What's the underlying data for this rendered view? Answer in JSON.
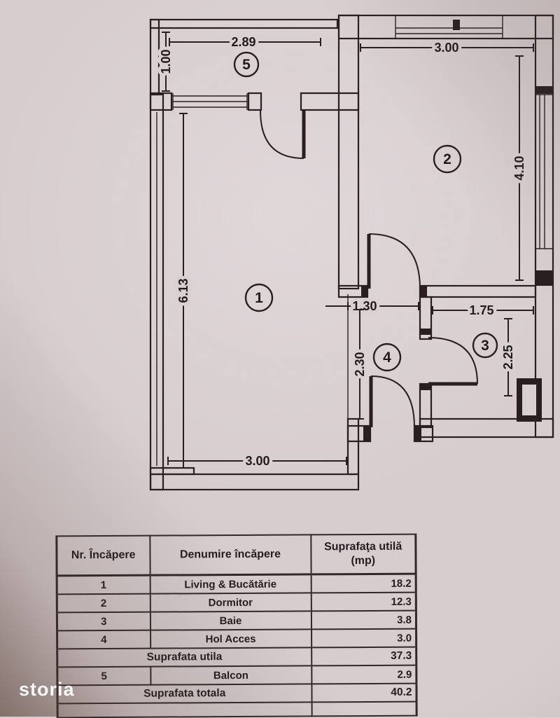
{
  "watermark": "storia",
  "plan": {
    "rooms": {
      "living": {
        "number": "1"
      },
      "dormitor": {
        "number": "2"
      },
      "baie": {
        "number": "3"
      },
      "hol": {
        "number": "4"
      },
      "balcon": {
        "number": "5"
      }
    },
    "dims": {
      "balcon_width": "2.89",
      "balcon_depth": "1.00",
      "dormitor_width": "3.00",
      "dormitor_height": "4.10",
      "living_height": "6.13",
      "living_width": "3.00",
      "hol_width": "1.30",
      "hol_height": "2.30",
      "baie_width": "1.75",
      "baie_height": "2.25"
    }
  },
  "table": {
    "headers": {
      "col1": "Nr. Încăpere",
      "col2": "Denumire încăpere",
      "col3_line1": "Suprafaţa utilă",
      "col3_line2": "(mp)"
    },
    "rows": [
      {
        "nr": "1",
        "name": "Living & Bucătărie",
        "area": "18.2"
      },
      {
        "nr": "2",
        "name": "Dormitor",
        "area": "12.3"
      },
      {
        "nr": "3",
        "name": "Baie",
        "area": "3.8"
      },
      {
        "nr": "4",
        "name": "Hol Acces",
        "area": "3.0"
      }
    ],
    "subtotal": {
      "label": "Suprafata utila",
      "value": "37.3"
    },
    "balcony_row": {
      "nr": "5",
      "name": "Balcon",
      "area": "2.9"
    },
    "total": {
      "label": "Suprafata totala",
      "value": "40.2"
    }
  }
}
